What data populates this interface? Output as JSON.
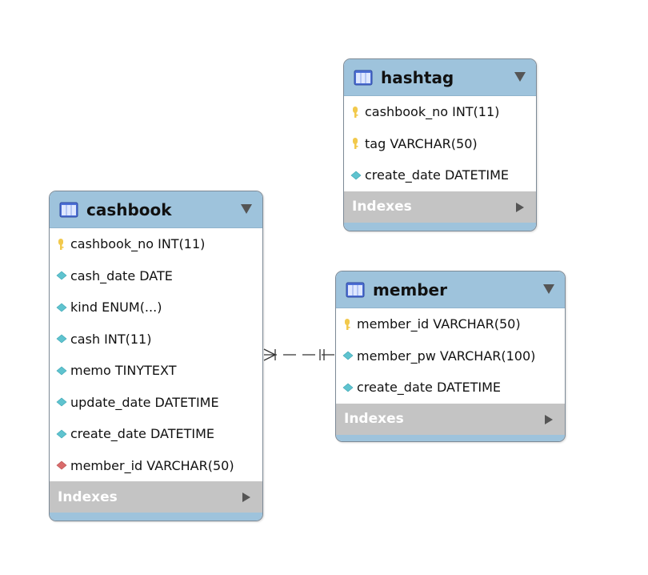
{
  "diagram": {
    "tables": {
      "hashtag": {
        "name": "hashtag",
        "columns": [
          {
            "text": "cashbook_no INT(11)",
            "icon": "primary-key-icon"
          },
          {
            "text": "tag VARCHAR(50)",
            "icon": "primary-key-icon"
          },
          {
            "text": "create_date DATETIME",
            "icon": "column-icon"
          }
        ],
        "indexes_label": "Indexes"
      },
      "cashbook": {
        "name": "cashbook",
        "columns": [
          {
            "text": "cashbook_no INT(11)",
            "icon": "primary-key-icon"
          },
          {
            "text": "cash_date DATE",
            "icon": "column-icon"
          },
          {
            "text": "kind ENUM(...)",
            "icon": "column-icon"
          },
          {
            "text": "cash INT(11)",
            "icon": "column-icon"
          },
          {
            "text": "memo TINYTEXT",
            "icon": "column-icon"
          },
          {
            "text": "update_date DATETIME",
            "icon": "column-icon"
          },
          {
            "text": "create_date DATETIME",
            "icon": "column-icon"
          },
          {
            "text": "member_id VARCHAR(50)",
            "icon": "foreign-key-icon"
          }
        ],
        "indexes_label": "Indexes"
      },
      "member": {
        "name": "member",
        "columns": [
          {
            "text": "member_id VARCHAR(50)",
            "icon": "primary-key-icon"
          },
          {
            "text": "member_pw VARCHAR(100)",
            "icon": "column-icon"
          },
          {
            "text": "create_date DATETIME",
            "icon": "column-icon"
          }
        ],
        "indexes_label": "Indexes"
      }
    },
    "relationships": [
      {
        "from": "cashbook",
        "to": "member",
        "from_cardinality": "many",
        "to_cardinality": "one-and-only-one",
        "style": "dashed"
      }
    ],
    "colors": {
      "header": "#9ec3dc",
      "indexes": "#c4c4c4",
      "key": "#f2c94c",
      "column": "#5fc3cf",
      "foreign_key": "#d96b6b"
    }
  }
}
